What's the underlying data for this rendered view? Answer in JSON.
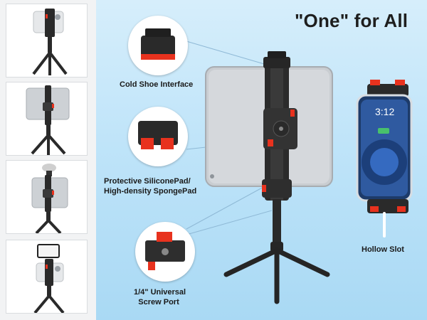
{
  "headline": "\"One\" for All",
  "callouts": {
    "cold_shoe": "Cold Shoe Interface",
    "pad_line1": "Protective SiliconePad/",
    "pad_line2": "High-density SpongePad",
    "screw_line1": "1/4\" Universal",
    "screw_line2": "Screw Port",
    "slot": "Hollow Slot"
  },
  "phone": {
    "clock": "3:12"
  },
  "colors": {
    "accent_red": "#e8321e",
    "body_black": "#2a2a2a",
    "tablet_silver": "#c9cdd1",
    "background_blue": "#bfe4f9"
  }
}
